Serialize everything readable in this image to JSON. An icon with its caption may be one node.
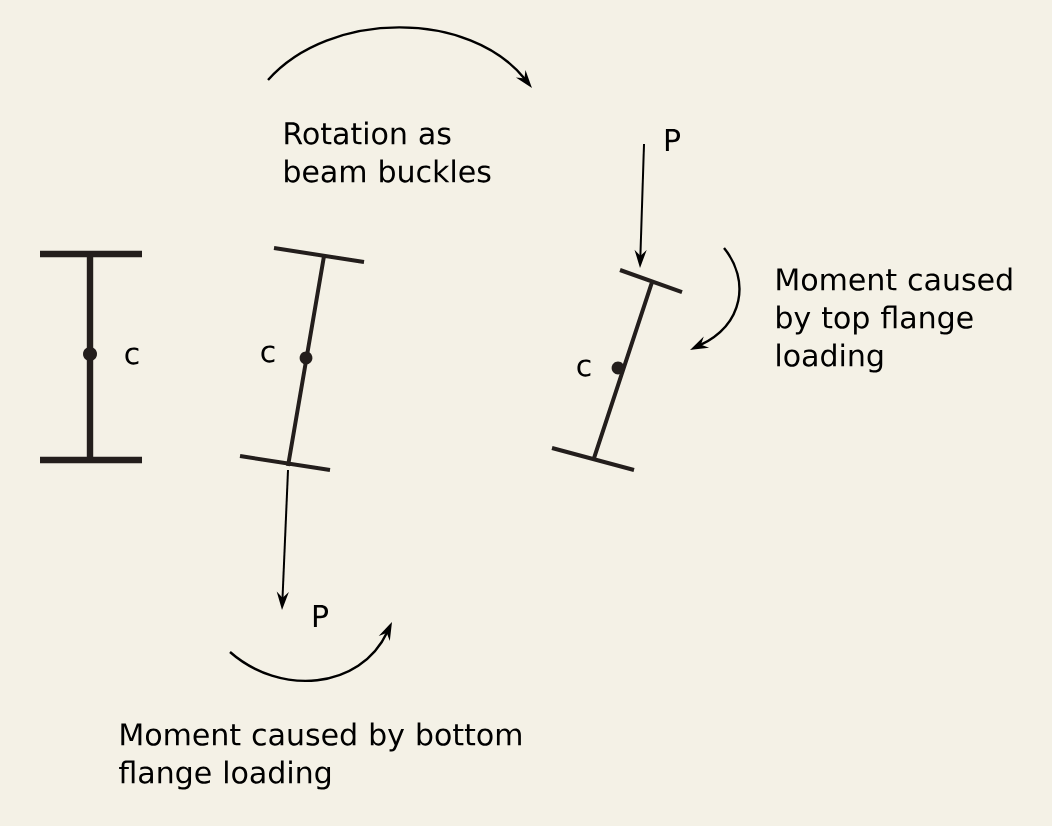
{
  "diagram": {
    "labels": [
      "Rotation as beam buckles",
      "P",
      "Moment caused by top flange loading",
      "c",
      "c",
      "c",
      "P",
      "Moment caused by bottom flange loading"
    ]
  }
}
